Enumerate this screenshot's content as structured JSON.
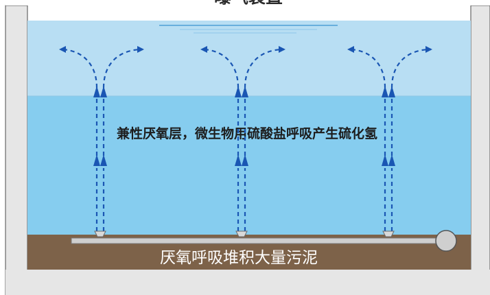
{
  "diagram": {
    "title": "曝气装置",
    "middle_label": "兼性厌氧层，微生物用硫酸盐呼吸产生硫化氢",
    "bottom_label": "厌氧呼吸堆积大量污泥",
    "aerator_count": 3
  },
  "colors": {
    "upper_water": "#b8def3",
    "lower_water": "#86cdef",
    "sludge": "#7d6249",
    "tank_wall": "#e6e6e6",
    "arrow": "#1a56b3",
    "pipe": "#cfcfcf"
  },
  "icons": {
    "bubble_arrow": "dashed-arrow-up-icon",
    "diffuser": "diffuser-icon",
    "pipe_end": "pipe-cap-icon"
  }
}
